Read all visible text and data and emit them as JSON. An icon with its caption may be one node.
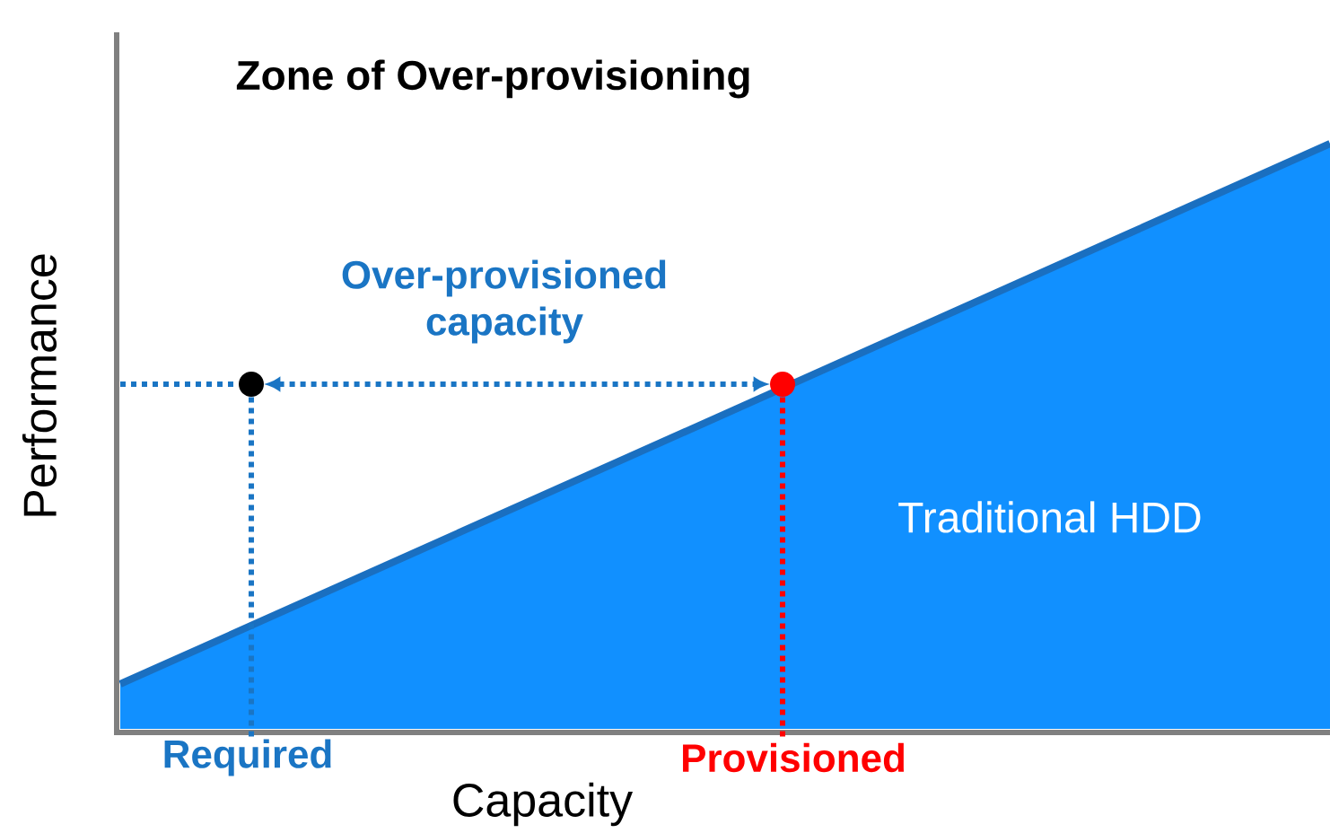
{
  "diagram": {
    "title": "Zone of Over-provisioning",
    "nodes": [
      {
        "text": [],
        "shape": "circle"
      },
      {
        "text": [],
        "shape": "circle"
      },
      {
        "text": [
          "Required"
        ]
      },
      {
        "text": [
          "Provisioned"
        ]
      }
    ],
    "edges": [
      {
        "from": 0,
        "to": 1,
        "arrow": "both",
        "style": "dashed",
        "label": "Over-provisioned capacity"
      },
      {
        "from": null,
        "to": 0,
        "arrow": "none",
        "style": "dashed"
      },
      {
        "from": 0,
        "to": 2,
        "arrow": "none",
        "style": "dashed"
      },
      {
        "from": 1,
        "to": 3,
        "arrow": "none",
        "style": "dashed",
        "color": "#ff0000"
      }
    ],
    "labels": [
      "Traditional HDD",
      "Performance",
      "Capacity"
    ]
  }
}
